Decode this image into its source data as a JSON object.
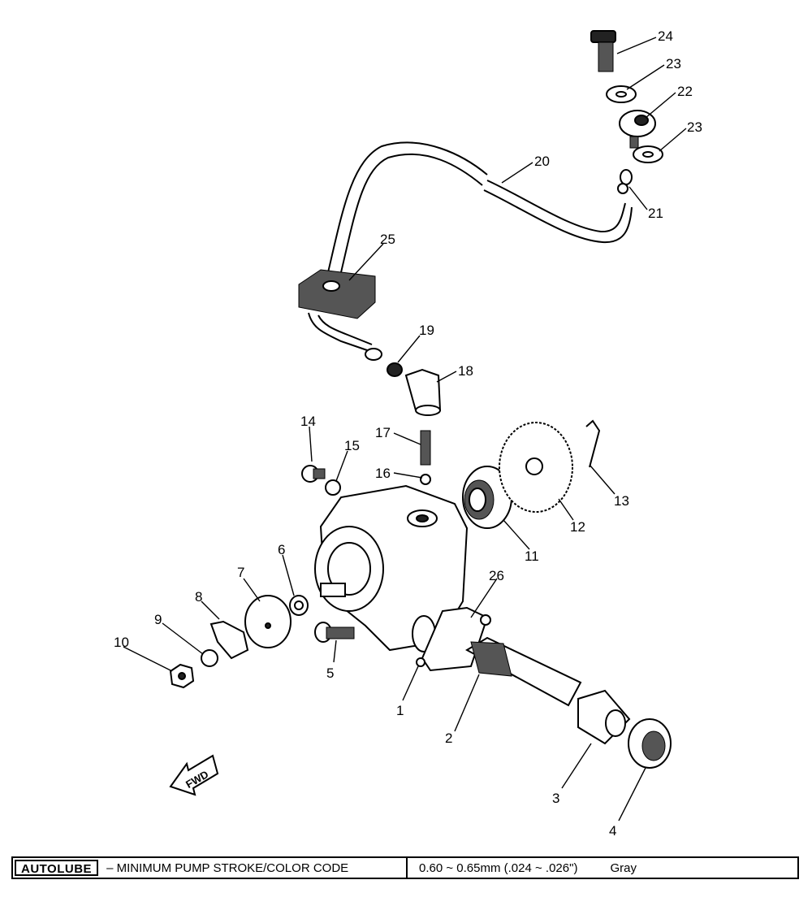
{
  "diagram": {
    "callouts": {
      "c1": "1",
      "c2": "2",
      "c3": "3",
      "c4": "4",
      "c5": "5",
      "c6": "6",
      "c7": "7",
      "c8": "8",
      "c9": "9",
      "c10": "10",
      "c11": "11",
      "c12": "12",
      "c13": "13",
      "c14": "14",
      "c15": "15",
      "c16": "16",
      "c17": "17",
      "c18": "18",
      "c19": "19",
      "c20": "20",
      "c21": "21",
      "c22": "22",
      "c23a": "23",
      "c23b": "23",
      "c24": "24",
      "c25": "25",
      "c26": "26"
    },
    "fwd_label": "FWD"
  },
  "spec": {
    "title": "AUTOLUBE",
    "description": "– MINIMUM PUMP STROKE/COLOR CODE",
    "value": "0.60 ~ 0.65mm   (.024 ~ .026\")",
    "color": "Gray"
  }
}
